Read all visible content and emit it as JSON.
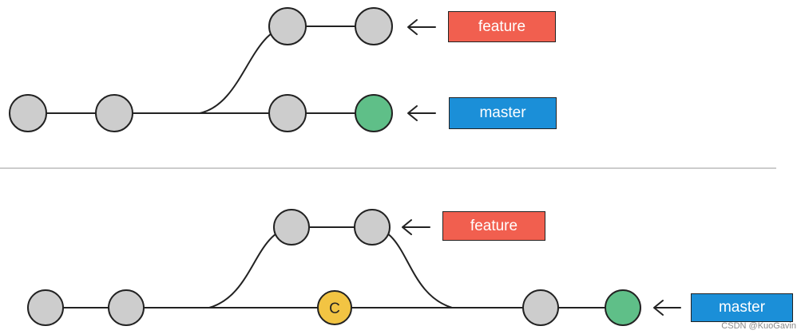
{
  "colors": {
    "node_default": "#cdcdcd",
    "node_head": "#5fbf88",
    "node_merge": "#f2c443",
    "stroke": "#222222",
    "feature_label": "#f15f4f",
    "master_label": "#1b8fd8",
    "divider": "#bcbcbc"
  },
  "before": {
    "feature_label": "feature",
    "master_label": "master"
  },
  "after": {
    "feature_label": "feature",
    "master_label": "master",
    "merge_commit_label": "C"
  },
  "watermark": "CSDN @KuoGavin"
}
